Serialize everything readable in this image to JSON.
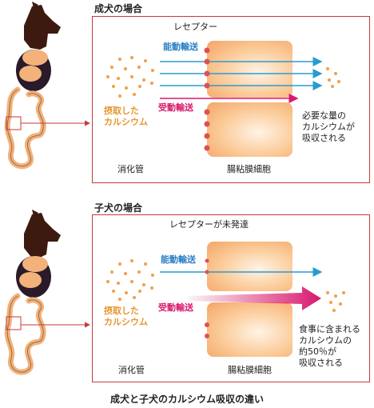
{
  "adult": {
    "title": "成犬の場合",
    "receptor_label": "レセプター",
    "active_label": "能動輸送",
    "passive_label": "受動輸送",
    "intake_label": "摂取した\nカルシウム",
    "tract_label": "消化管",
    "cell_label": "腸粘膜細胞",
    "result_label": "必要な量の\nカルシウムが\n吸収される"
  },
  "puppy": {
    "title": "子犬の場合",
    "receptor_label": "レセプターが未発達",
    "active_label": "能動輸送",
    "passive_label": "受動輸送",
    "intake_label": "摂取した\nカルシウム",
    "tract_label": "消化管",
    "cell_label": "腸粘膜細胞",
    "result_label": "食事に含まれる\nカルシウムの\n約50％が\n吸収される"
  },
  "caption": "成犬と子犬のカルシウム吸収の違い",
  "colors": {
    "frame": "#c63a3a",
    "active_arrow": "#2a9bd1",
    "passive_arrow": "#d8196e",
    "calcium_dot": "#f0a04a",
    "receptor": "#e05050",
    "dog_body": "#3d1a10",
    "organ": "#f2b27a"
  }
}
